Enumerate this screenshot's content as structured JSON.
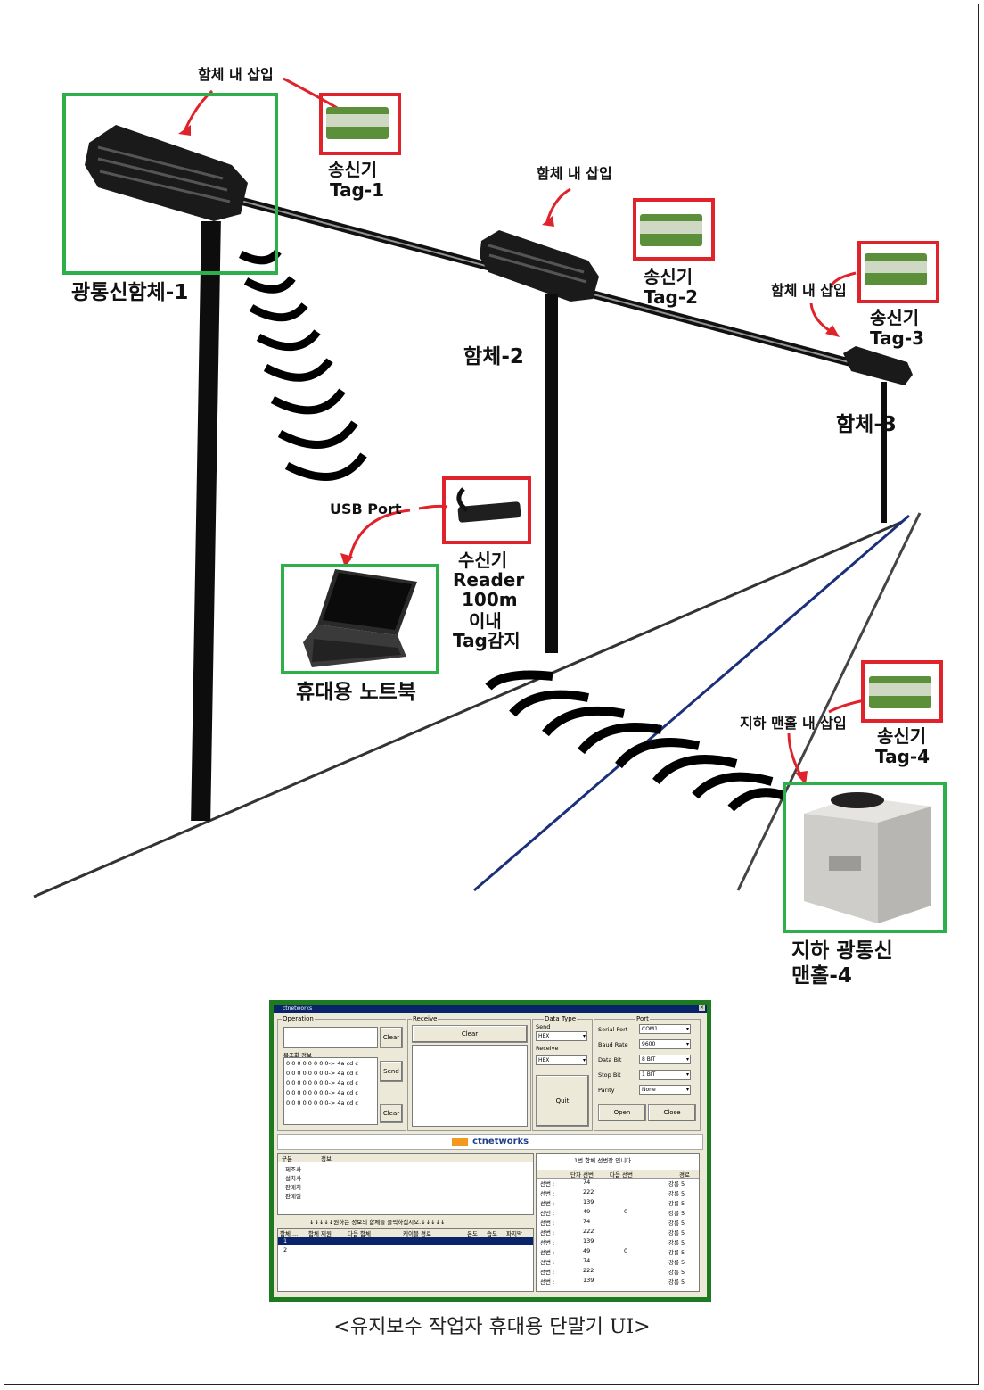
{
  "labels": {
    "insert_1": "함체 내 삽입",
    "insert_2": "함체 내 삽입",
    "insert_3": "함체 내 삽입",
    "insert_4": "지하 맨홀 내 삽입",
    "tx1_a": "송신기",
    "tx1_b": "Tag-1",
    "tx2_a": "송신기",
    "tx2_b": "Tag-2",
    "tx3_a": "송신기",
    "tx3_b": "Tag-3",
    "tx4_a": "송신기",
    "tx4_b": "Tag-4",
    "enclosure_1": "광통신함체-1",
    "enclosure_2": "함체-2",
    "enclosure_3": "함체-3",
    "usb_port": "USB Port",
    "rx_1": "수신기",
    "rx_2": "Reader",
    "rx_3": "100m",
    "rx_4": "이내",
    "rx_5": "Tag감지",
    "laptop": "휴대용 노트북",
    "manhole_a": "지하 광통신",
    "manhole_b": "맨홀-4"
  },
  "ui": {
    "window_title": "ctnetworks",
    "operation": "Operation",
    "clear": "Clear",
    "send": "Send",
    "product_info": "목조화 정보",
    "list_rows": [
      "0 0 0 0 0 0 0 0-> 4a cd c",
      "0 0 0 0 0 0 0 0-> 4a cd c",
      "0 0 0 0 0 0 0 0-> 4a cd c",
      "0 0 0 0 0 0 0 0-> 4a cd c",
      "0 0 0 0 0 0 0 0-> 4a cd c"
    ],
    "receive": "Receive",
    "data_type": "Data Type",
    "send_lbl": "Send",
    "receive_lbl": "Receive",
    "hex": "HEX",
    "quit": "Quit",
    "port": "Port",
    "serial_port": "Serial Port",
    "serial_port_val": "COM1",
    "baud_rate": "Baud Rate",
    "baud_rate_val": "9600",
    "data_bit": "Data Bit",
    "data_bit_val": "8 BIT",
    "stop_bit": "Stop Bit",
    "stop_bit_val": "1 BIT",
    "parity": "Parity",
    "parity_val": "None",
    "open": "Open",
    "close": "Close",
    "logo": "ctnetworks",
    "info_col1": "구분",
    "info_col2": "정보",
    "info_rows": [
      "제조사",
      "설치사",
      "판매처",
      "판매일"
    ],
    "hint": "↓↓↓↓↓원하는 정보의 함체를 클릭하십시오.↓↓↓↓↓",
    "bottom_cols": [
      "함체 ...",
      "함체 제원",
      "다음 함체",
      "케이블 경로",
      "온도",
      "습도",
      "파지막"
    ],
    "bottom_rows": [
      "1",
      "2"
    ],
    "right_title": "1번 함체 선번장 입니다.",
    "right_cols": [
      "",
      "단자 선번",
      "다음 선번",
      "경로"
    ],
    "right_rows": [
      [
        "선번 :",
        "74",
        "",
        "강릉 5"
      ],
      [
        "선번 :",
        "222",
        "",
        "강릉 5"
      ],
      [
        "선번 :",
        "139",
        "",
        "강릉 5"
      ],
      [
        "선번 :",
        "49",
        "0",
        "강릉 5"
      ],
      [
        "선번 :",
        "74",
        "",
        "강릉 5"
      ],
      [
        "선번 :",
        "222",
        "",
        "강릉 5"
      ],
      [
        "선번 :",
        "139",
        "",
        "강릉 5"
      ],
      [
        "선번 :",
        "49",
        "0",
        "강릉 5"
      ],
      [
        "선번 :",
        "74",
        "",
        "강릉 5"
      ],
      [
        "선번 :",
        "222",
        "",
        "강릉 5"
      ],
      [
        "선번 :",
        "139",
        "",
        "강릉 5"
      ]
    ]
  },
  "caption": "<유지보수 작업자 휴대용 단말기 UI>"
}
